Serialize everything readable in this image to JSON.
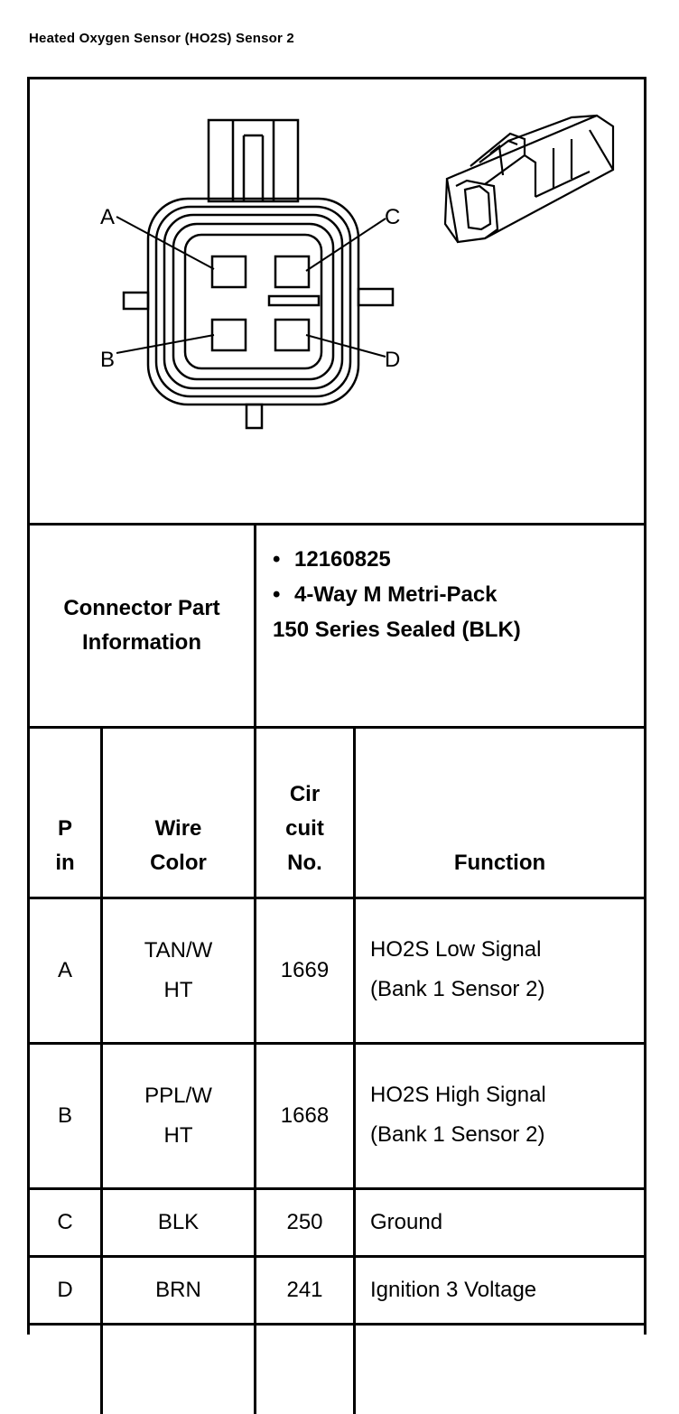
{
  "title": "Heated Oxygen Sensor (HO2S) Sensor 2",
  "diagram": {
    "labels": {
      "a": "A",
      "b": "B",
      "c": "C",
      "d": "D"
    }
  },
  "connector_info": {
    "label_line1": "Connector Part",
    "label_line2": "Information",
    "bullet1": "12160825",
    "bullet2": "4-Way M Metri-Pack",
    "line3": "150 Series Sealed (BLK)"
  },
  "table": {
    "headers": {
      "pin_1": "P",
      "pin_2": "in",
      "wire_1": "Wire",
      "wire_2": "Color",
      "circuit_1": "Cir",
      "circuit_2": "cuit",
      "circuit_3": "No.",
      "function": "Function"
    },
    "rows": [
      {
        "pin": "A",
        "wire_1": "TAN/W",
        "wire_2": "HT",
        "circuit": "1669",
        "function_1": "HO2S Low Signal",
        "function_2": "(Bank 1 Sensor 2)"
      },
      {
        "pin": "B",
        "wire_1": "PPL/W",
        "wire_2": "HT",
        "circuit": "1668",
        "function_1": "HO2S High Signal",
        "function_2": "(Bank 1 Sensor 2)"
      },
      {
        "pin": "C",
        "wire_1": "BLK",
        "wire_2": "",
        "circuit": "250",
        "function_1": "Ground",
        "function_2": ""
      },
      {
        "pin": "D",
        "wire_1": "BRN",
        "wire_2": "",
        "circuit": "241",
        "function_1": "Ignition 3 Voltage",
        "function_2": ""
      }
    ]
  }
}
